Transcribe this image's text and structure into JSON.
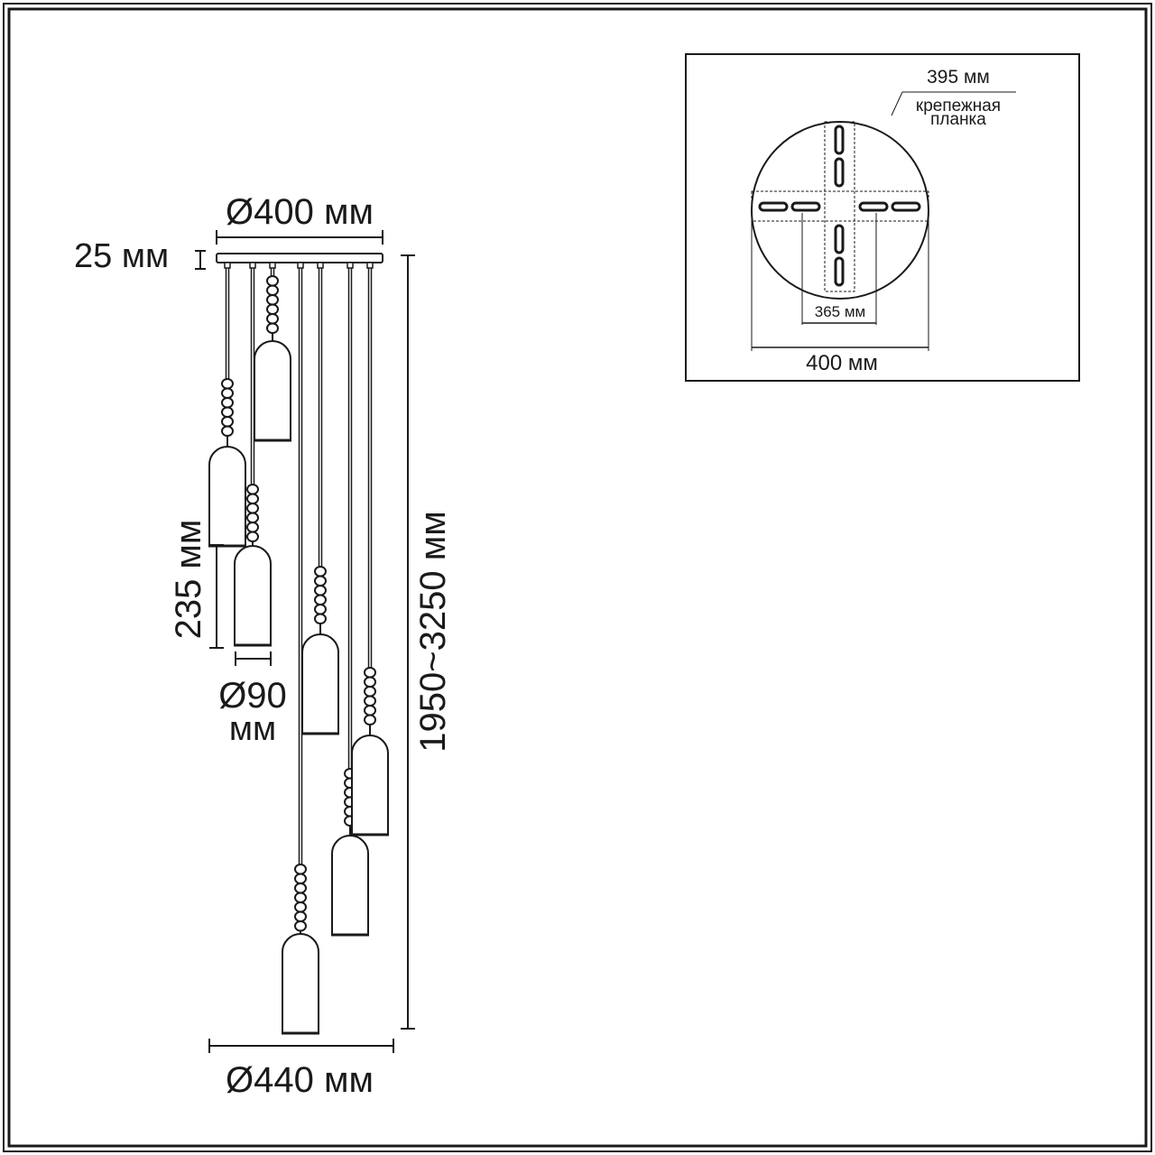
{
  "main_view": {
    "top_diameter": "Ø400 мм",
    "canopy_height": "25 мм",
    "shade_height": "235 мм",
    "shade_diameter_line1": "Ø90",
    "shade_diameter_line2": "мм",
    "total_height": "1950~3250 мм",
    "bottom_diameter": "Ø440 мм",
    "pendant_count": 7
  },
  "inset_view": {
    "bracket_length": "395 мм",
    "bracket_label_line1": "крепежная",
    "bracket_label_line2": "планка",
    "inner_width": "365 мм",
    "outer_width": "400 мм"
  },
  "colors": {
    "line": "#1a1a1a",
    "background": "#ffffff"
  }
}
